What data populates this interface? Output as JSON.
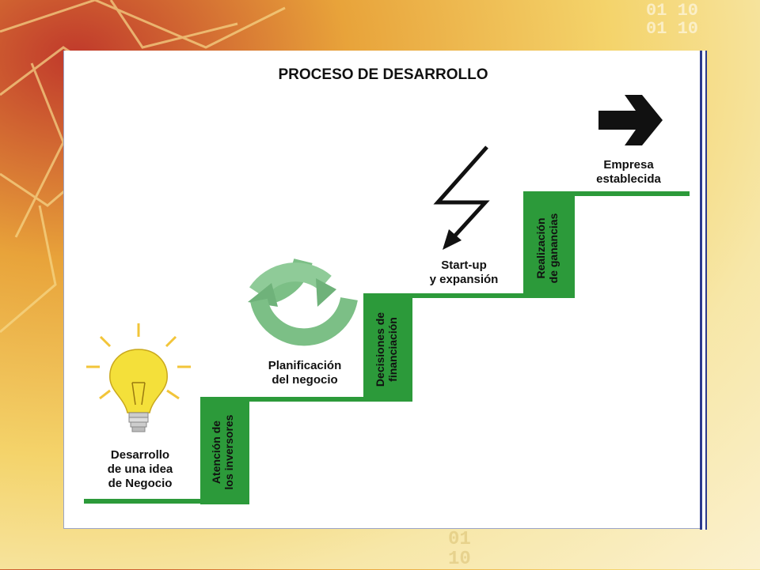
{
  "diagram": {
    "title": "PROCESO DE DESARROLLO",
    "stages": [
      {
        "name": "idea",
        "label": [
          "Desarrollo",
          "de una idea",
          "de Negocio"
        ]
      },
      {
        "name": "investors",
        "label": [
          "Atención de",
          "los inversores"
        ]
      },
      {
        "name": "planning",
        "label": [
          "Planificación",
          "del negocio"
        ]
      },
      {
        "name": "financing",
        "label": [
          "Decisiones de",
          "financiación"
        ]
      },
      {
        "name": "startup",
        "label": [
          "Start-up",
          "y expansión"
        ]
      },
      {
        "name": "profits",
        "label": [
          "Realización",
          "de ganancias"
        ]
      },
      {
        "name": "established",
        "label": [
          "Empresa",
          "establecida"
        ]
      }
    ],
    "icons": [
      "lightbulb-icon",
      "cycle-arrows-icon",
      "lightning-arrow-icon",
      "right-arrow-icon"
    ],
    "colors": {
      "step": "#2c9a3a",
      "cycle": "#7cbf86",
      "bulb": "#f4e03a",
      "ink": "#111111"
    }
  },
  "background": {
    "digits": [
      "01",
      "10",
      "01",
      "10",
      "01",
      "10"
    ]
  }
}
